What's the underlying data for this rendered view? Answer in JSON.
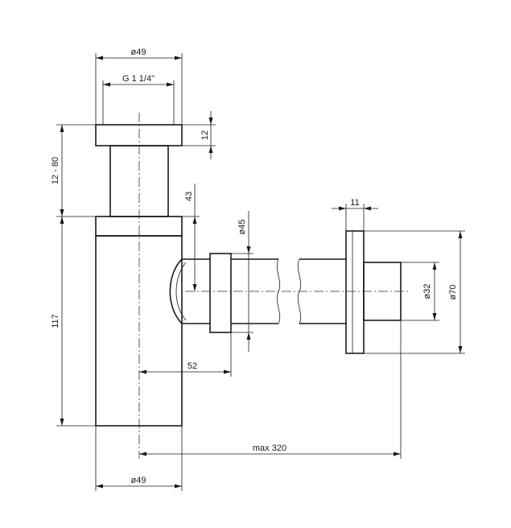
{
  "dimensions": {
    "top_diameter": "ø49",
    "thread": "G 1 1/4\"",
    "cap_height": "12",
    "adjust_range": "12 - 80",
    "body_height": "117",
    "outlet_height": "43",
    "outlet_diameter": "ø45",
    "outlet_offset": "52",
    "flange_thickness": "11",
    "pipe_diameter": "ø32",
    "flange_diameter": "ø70",
    "max_length": "max 320",
    "bottom_diameter": "ø49"
  }
}
